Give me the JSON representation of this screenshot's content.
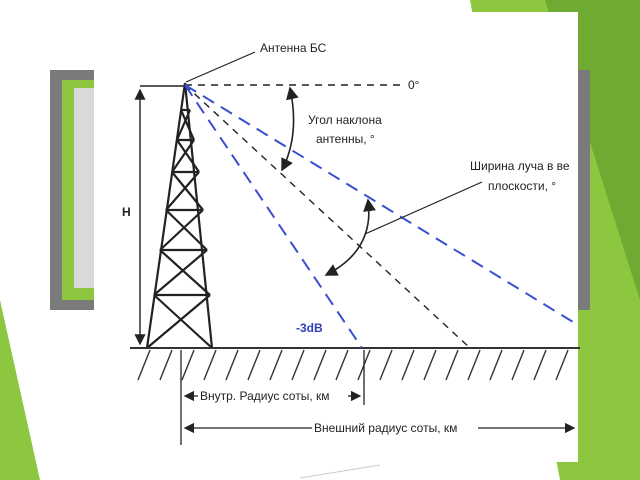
{
  "slide": {
    "background_colors": {
      "accent_green": "#8dc63f",
      "dark_green": "#5b9a2a",
      "frame_gray": "#7a7a7a",
      "panel_gray": "#d9d9d9"
    }
  },
  "diagram": {
    "antenna_label": "Антенна БС",
    "zero_angle_label": "0°",
    "tilt_angle_label": [
      "Угол наклона",
      "антенны, °"
    ],
    "beam_width_label": [
      "Ширина луча в ве",
      "плоскости, °"
    ],
    "height_label": "H",
    "minus3db_label": "-3dB",
    "inner_radius_label": "Внутр. Радиус соты, км",
    "outer_radius_label": "Внешний радиус соты, км",
    "colors": {
      "beam_edge": "#3a4fd0",
      "line": "#222222",
      "ground": "#333333"
    }
  }
}
